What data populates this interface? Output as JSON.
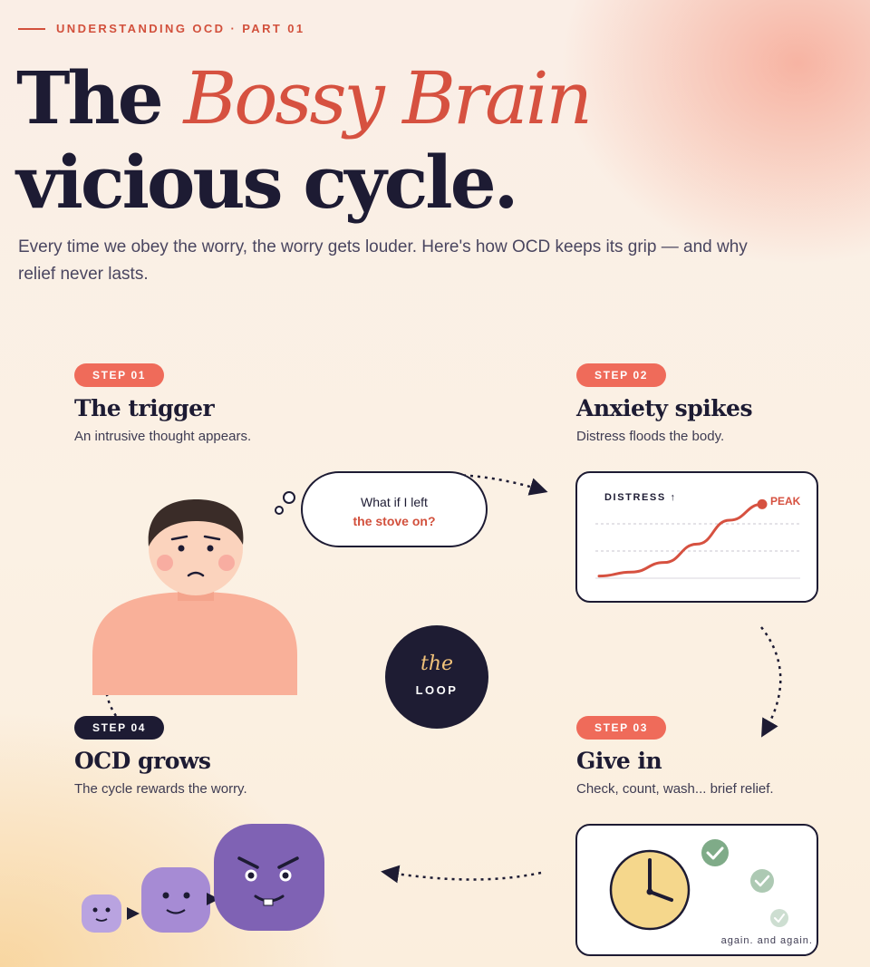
{
  "kicker": "UNDERSTANDING OCD · PART 01",
  "title": {
    "line1_plain": "The ",
    "line1_accent": "Bossy Brain",
    "line2": "vicious cycle."
  },
  "lead": "Every time we obey the worry, the worry gets louder. Here's how OCD keeps its grip — and why relief never lasts.",
  "steps": [
    {
      "badge": "STEP 01",
      "title": "The trigger",
      "subtitle": "An intrusive thought appears."
    },
    {
      "badge": "STEP 02",
      "title": "Anxiety spikes",
      "subtitle": "Distress floods the body."
    },
    {
      "badge": "STEP 03",
      "title": "Give in",
      "subtitle": "Check, count, wash... brief relief."
    },
    {
      "badge": "STEP 04",
      "title": "OCD grows",
      "subtitle": "The cycle rewards the worry."
    }
  ],
  "thought": {
    "line1": "What if I left",
    "line2": "the stove on?"
  },
  "loop": {
    "top": "the",
    "bottom": "LOOP"
  },
  "chart_data": {
    "type": "line",
    "ylabel": "DISTRESS ↑",
    "annotation": "PEAK",
    "y": [
      0.05,
      0.1,
      0.22,
      0.45,
      0.75,
      0.95
    ],
    "ylim": [
      0,
      1
    ],
    "grid": true
  },
  "relief_card": {
    "caption": "again. and again."
  },
  "colors": {
    "accent": "#d65140",
    "pill": "#ef6b5a",
    "navy": "#1d1b33",
    "monster": "#8a6fc2",
    "check": "#7fab88"
  }
}
